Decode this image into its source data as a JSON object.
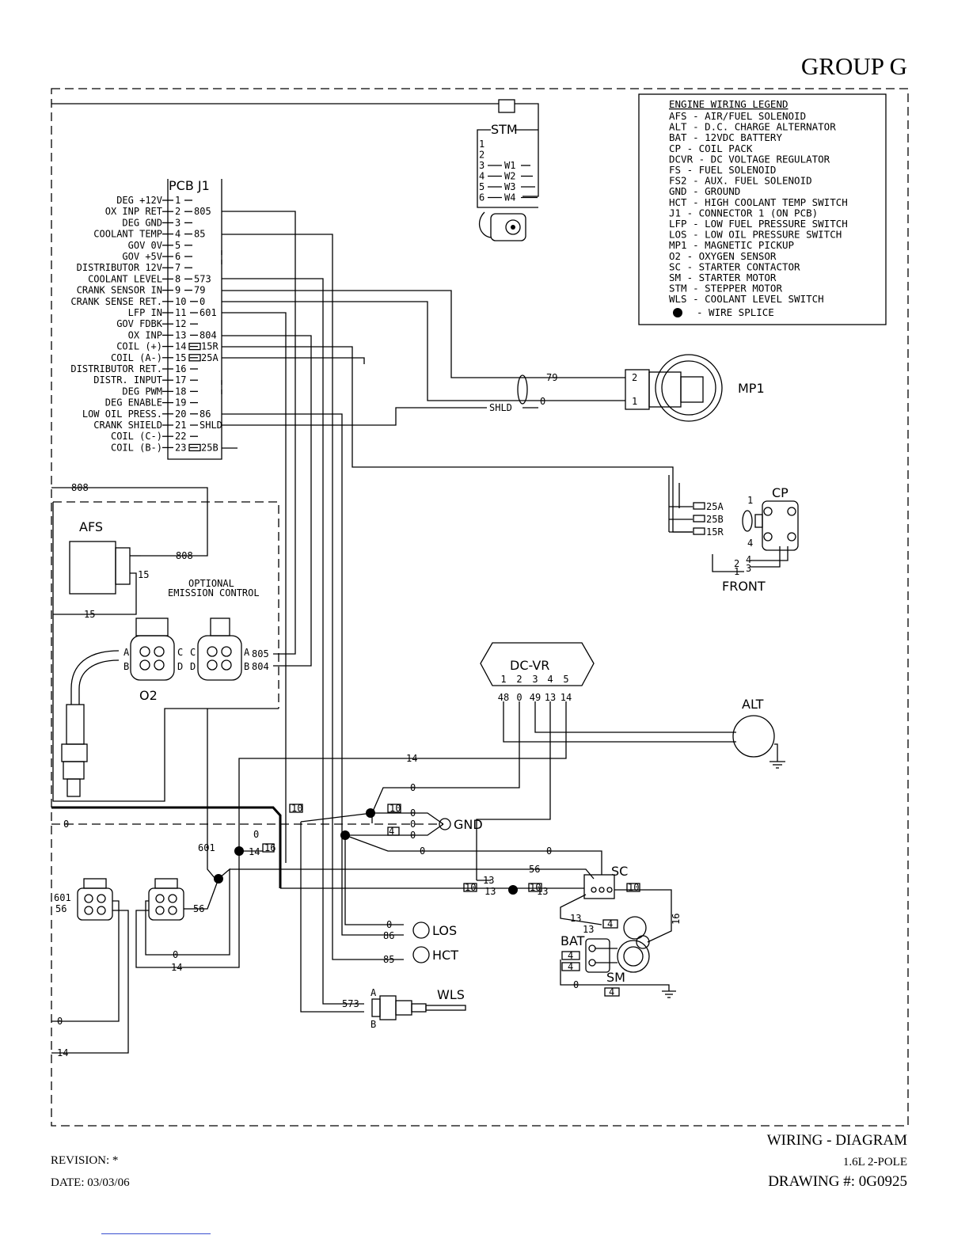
{
  "header": {
    "group": "GROUP G"
  },
  "legend": {
    "title": "ENGINE WIRING LEGEND",
    "items": [
      "AFS  - AIR/FUEL SOLENOID",
      "ALT  - D.C. CHARGE ALTERNATOR",
      "BAT  - 12VDC BATTERY",
      "CP   - COIL PACK",
      "DCVR  - DC VOLTAGE REGULATOR",
      "FS   - FUEL SOLENOID",
      "FS2   - AUX. FUEL SOLENOID",
      "GND  - GROUND",
      "HCT  - HIGH COOLANT TEMP SWITCH",
      "J1  - CONNECTOR 1 (ON PCB)",
      "LFP  - LOW FUEL PRESSURE SWITCH",
      "LOS  - LOW OIL PRESSURE SWITCH",
      "MP1  - MAGNETIC PICKUP",
      "O2   - OXYGEN SENSOR",
      "SC   - STARTER CONTACTOR",
      "SM   - STARTER MOTOR",
      "STM  - STEPPER MOTOR",
      "WLS  - COOLANT LEVEL SWITCH"
    ],
    "splice": "- WIRE SPLICE"
  },
  "pcb": {
    "title": "PCB J1",
    "pins": [
      {
        "label": "DEG +12V",
        "num": "1",
        "wire": ""
      },
      {
        "label": "OX INP RET",
        "num": "2",
        "wire": "805"
      },
      {
        "label": "DEG GND",
        "num": "3",
        "wire": ""
      },
      {
        "label": "COOLANT TEMP",
        "num": "4",
        "wire": "85"
      },
      {
        "label": "GOV 0V",
        "num": "5",
        "wire": ""
      },
      {
        "label": "GOV +5V",
        "num": "6",
        "wire": ""
      },
      {
        "label": "DISTRIBUTOR 12V",
        "num": "7",
        "wire": ""
      },
      {
        "label": "COOLANT LEVEL",
        "num": "8",
        "wire": "573"
      },
      {
        "label": "CRANK SENSOR IN",
        "num": "9",
        "wire": "79"
      },
      {
        "label": "CRANK SENSE RET.",
        "num": "10",
        "wire": "0"
      },
      {
        "label": "LFP IN",
        "num": "11",
        "wire": "601"
      },
      {
        "label": "GOV FDBK",
        "num": "12",
        "wire": ""
      },
      {
        "label": "OX INP",
        "num": "13",
        "wire": "804"
      },
      {
        "label": "COIL (+)",
        "num": "14",
        "wire": "15R"
      },
      {
        "label": "COIL (A-)",
        "num": "15",
        "wire": "25A"
      },
      {
        "label": "DISTRIBUTOR RET.",
        "num": "16",
        "wire": ""
      },
      {
        "label": "DISTR. INPUT",
        "num": "17",
        "wire": ""
      },
      {
        "label": "DEG PWM",
        "num": "18",
        "wire": ""
      },
      {
        "label": "DEG ENABLE",
        "num": "19",
        "wire": ""
      },
      {
        "label": "LOW OIL PRESS.",
        "num": "20",
        "wire": "86"
      },
      {
        "label": "CRANK SHIELD",
        "num": "21",
        "wire": "SHLD"
      },
      {
        "label": "COIL (C-)",
        "num": "22",
        "wire": ""
      },
      {
        "label": "COIL (B-)",
        "num": "23",
        "wire": "25B"
      }
    ]
  },
  "stm": {
    "title": "STM",
    "pins": [
      "1",
      "2",
      "3",
      "4",
      "5",
      "6"
    ],
    "wires": [
      "W1",
      "W2",
      "W3",
      "W4"
    ]
  },
  "components": {
    "mp1": "MP1",
    "mp1_pins": [
      "2",
      "1"
    ],
    "cp": "CP",
    "cp_front": "FRONT",
    "cp_wires": [
      "25A",
      "25B",
      "15R"
    ],
    "cp_nums": [
      "1",
      "4",
      "4",
      "2",
      "1",
      "3"
    ],
    "afs": "AFS",
    "optional": [
      "OPTIONAL",
      "EMISSION CONTROL"
    ],
    "o2": "O2",
    "dcvr": "DC-VR",
    "dcvr_pins": [
      "1",
      "2",
      "3",
      "4",
      "5"
    ],
    "dcvr_wires": [
      "48",
      "0",
      "49",
      "13",
      "14"
    ],
    "alt": "ALT",
    "gnd": "GND",
    "sc": "SC",
    "bat": "BAT",
    "sm": "SM",
    "los": "LOS",
    "hct": "HCT",
    "wls": "WLS",
    "wls_pins": [
      "A",
      "B"
    ],
    "conn_pins": [
      "A",
      "B",
      "C",
      "D"
    ],
    "shld": "SHLD"
  },
  "wire_labels": {
    "w808": "808",
    "w15": "15",
    "w805": "805",
    "w804": "804",
    "w79": "79",
    "w0": "0",
    "w14": "14",
    "w13": "13",
    "w56": "56",
    "w601": "601",
    "w86": "86",
    "w85": "85",
    "w573": "573",
    "w16": "16",
    "w10": "10",
    "w4": "4",
    "w15b": "15"
  },
  "footer": {
    "title": "WIRING - DIAGRAM",
    "subtitle": "1.6L 2-POLE",
    "drawing": "DRAWING #: 0G0925",
    "revision": "REVISION: *",
    "date": "DATE: 03/03/06"
  }
}
